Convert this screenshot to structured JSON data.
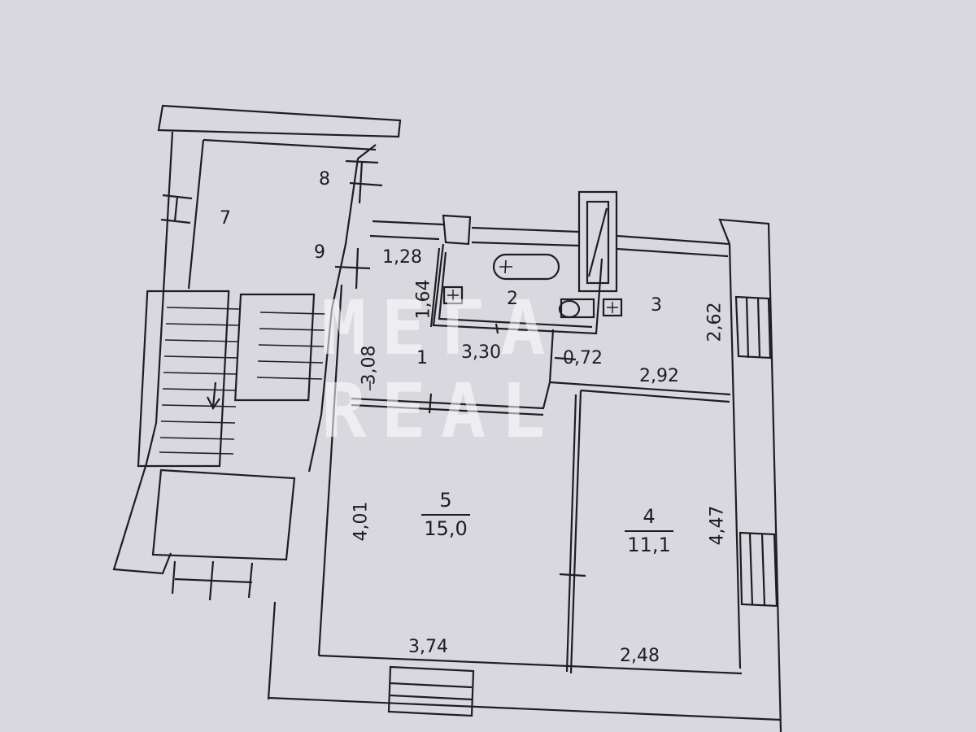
{
  "watermark": {
    "line1": "МЕГА",
    "line2": "REAL"
  },
  "rooms": {
    "r1": {
      "number": "1"
    },
    "r2": {
      "number": "2"
    },
    "r3": {
      "number": "3"
    },
    "r4": {
      "number": "4",
      "area": "11,1"
    },
    "r5": {
      "number": "5",
      "area": "15,0"
    },
    "r7": {
      "number": "7"
    },
    "r8": {
      "number": "8"
    },
    "r9": {
      "number": "9"
    }
  },
  "dimensions": {
    "d128": "1,28",
    "d164": "1,64",
    "d308": "3,08",
    "d330": "3,30",
    "d072": "0,72",
    "d262": "2,62",
    "d292": "2,92",
    "d401": "4,01",
    "d447": "4,47",
    "d374": "3,74",
    "d248": "2,48"
  },
  "colors": {
    "paper": "#d9d8de",
    "ink": "#1d1d22"
  }
}
